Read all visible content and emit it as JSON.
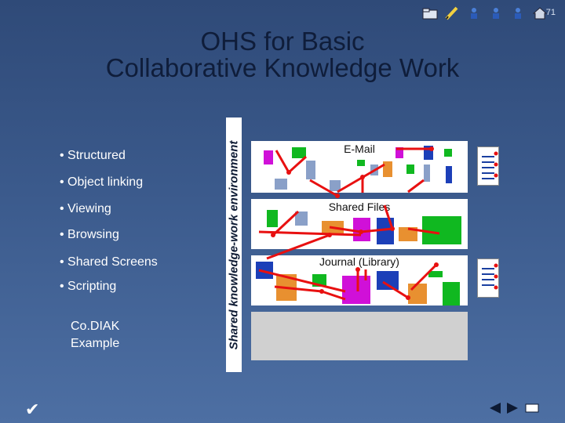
{
  "slide_number": "71",
  "title_line1": "OHS for Basic",
  "title_line2": "Collaborative Knowledge Work",
  "bullets": [
    "• Structured",
    "• Object linking",
    "• Viewing",
    "• Browsing",
    "• Shared Screens",
    "• Scripting"
  ],
  "example_line1": "Co.DIAK",
  "example_line2": "Example",
  "vertical_label": "Shared knowledge-work environment",
  "panels": {
    "email": "E-Mail",
    "shared_files": "Shared Files",
    "journal": "Journal (Library)"
  },
  "toolbar": [
    "folder-icon",
    "pen-icon",
    "person-icon",
    "person-icon",
    "person-icon",
    "home-icon"
  ],
  "colors": {
    "background": "#3b5a8c",
    "link_line": "#e81010",
    "title": "#0f1d3a"
  }
}
